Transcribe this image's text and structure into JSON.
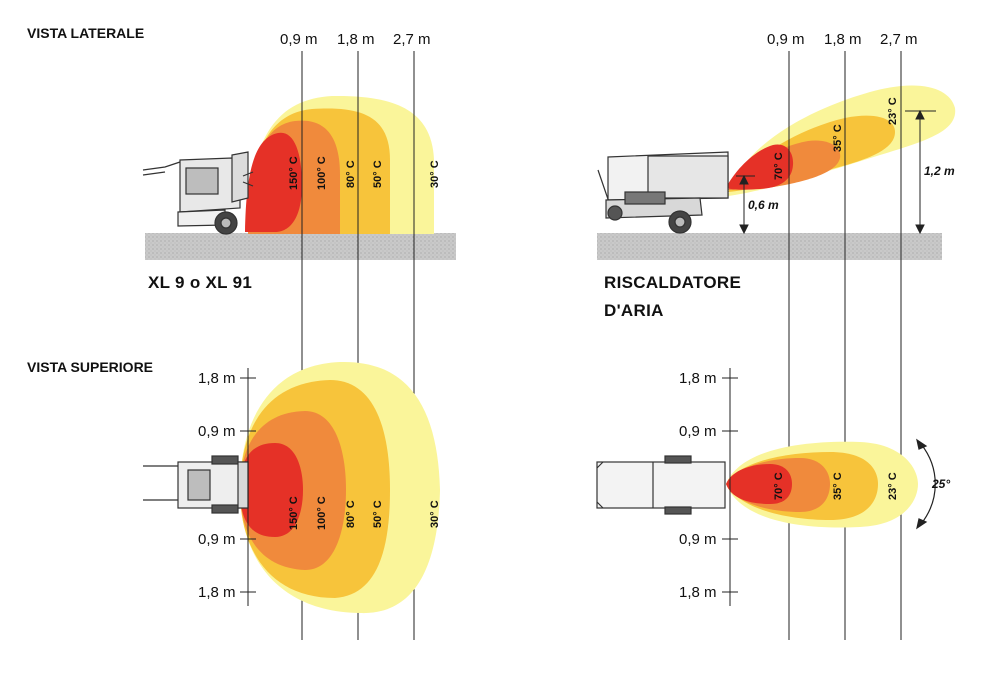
{
  "labels": {
    "side_view": "VISTA LATERALE",
    "top_view": "VISTA SUPERIORE",
    "model_left": "XL 9 o XL 91",
    "model_right_line1": "RISCALDATORE",
    "model_right_line2": "D'ARIA"
  },
  "distances": [
    "0,9 m",
    "1,8 m",
    "2,7 m"
  ],
  "top_scale_left": {
    "upper": [
      "1,8 m",
      "0,9 m"
    ],
    "lower": [
      "0,9 m",
      "1,8 m"
    ]
  },
  "top_scale_right": {
    "upper": [
      "1,8 m",
      "0,9 m"
    ],
    "lower": [
      "0,9 m",
      "1,8 m"
    ]
  },
  "left_zones": [
    "150° C",
    "100° C",
    "80° C",
    "50° C",
    "30° C"
  ],
  "right_zones": [
    "70° C",
    "35° C",
    "23° C"
  ],
  "dimensions": {
    "outlet_height": "0,6 m",
    "plume_rise": "1,2 m",
    "angle": "25°"
  },
  "colors": {
    "zone_red": "#e53127",
    "zone_orange": "#f08a3c",
    "zone_amber": "#f7c43b",
    "zone_yellow": "#faf59a",
    "ground": "#c9c9c9"
  }
}
